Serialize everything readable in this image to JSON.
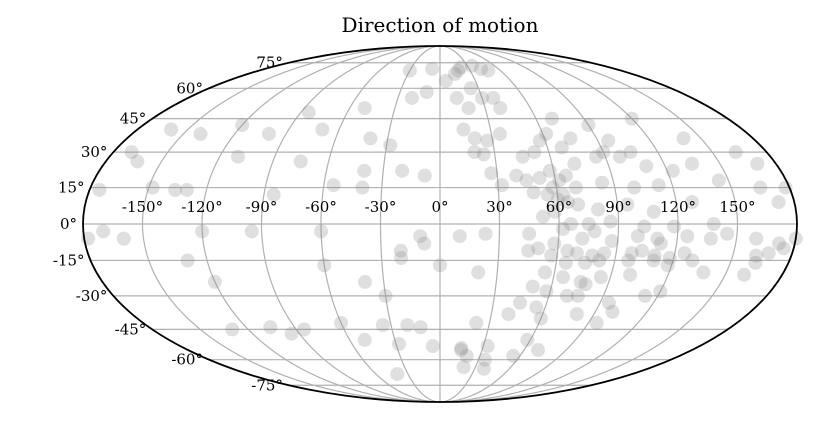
{
  "chart_data": {
    "type": "scatter",
    "projection": "mollweide",
    "title": "Direction of motion",
    "xlabel": "",
    "ylabel": "",
    "grid": true,
    "xlim": [
      -180,
      180
    ],
    "ylim": [
      -90,
      90
    ],
    "lon_ticks": [
      "-150°",
      "-120°",
      "-90°",
      "-60°",
      "-30°",
      "0°",
      "30°",
      "60°",
      "90°",
      "120°",
      "150°"
    ],
    "lon_tick_values": [
      -150,
      -120,
      -90,
      -60,
      -30,
      0,
      30,
      60,
      90,
      120,
      150
    ],
    "lat_ticks": [
      "-75°",
      "-60°",
      "-45°",
      "-30°",
      "-15°",
      "0°",
      "15°",
      "30°",
      "45°",
      "60°",
      "75°"
    ],
    "lat_tick_values": [
      -75,
      -60,
      -45,
      -30,
      -15,
      0,
      15,
      30,
      45,
      60,
      75
    ],
    "marker_color": "#808080",
    "marker_alpha": 0.25,
    "points": [
      {
        "lon": 14,
        "lat": 68
      },
      {
        "lon": 18,
        "lat": 70
      },
      {
        "lon": 22,
        "lat": 72
      },
      {
        "lon": 35,
        "lat": 73
      },
      {
        "lon": 42,
        "lat": 71
      },
      {
        "lon": 48,
        "lat": 70
      },
      {
        "lon": -30,
        "lat": 70
      },
      {
        "lon": -8,
        "lat": 71
      },
      {
        "lon": 5,
        "lat": 64
      },
      {
        "lon": -10,
        "lat": 58
      },
      {
        "lon": 24,
        "lat": 60
      },
      {
        "lon": 30,
        "lat": 55
      },
      {
        "lon": 38,
        "lat": 55
      },
      {
        "lon": 12,
        "lat": 55
      },
      {
        "lon": -50,
        "lat": 50
      },
      {
        "lon": -20,
        "lat": 55
      },
      {
        "lon": 19,
        "lat": 50
      },
      {
        "lon": 40,
        "lat": 50
      },
      {
        "lon": 70,
        "lat": 45
      },
      {
        "lon": 90,
        "lat": 42
      },
      {
        "lon": 120,
        "lat": 45
      },
      {
        "lon": -85,
        "lat": 48
      },
      {
        "lon": -120,
        "lat": 42
      },
      {
        "lon": -140,
        "lat": 38
      },
      {
        "lon": -160,
        "lat": 40
      },
      {
        "lon": -100,
        "lat": 38
      },
      {
        "lon": -70,
        "lat": 40
      },
      {
        "lon": -40,
        "lat": 36
      },
      {
        "lon": -28,
        "lat": 33
      },
      {
        "lon": 14,
        "lat": 40
      },
      {
        "lon": 20,
        "lat": 36
      },
      {
        "lon": 27,
        "lat": 35
      },
      {
        "lon": 35,
        "lat": 38
      },
      {
        "lon": 57,
        "lat": 35
      },
      {
        "lon": 62,
        "lat": 38
      },
      {
        "lon": 68,
        "lat": 32
      },
      {
        "lon": 75,
        "lat": 36
      },
      {
        "lon": 96,
        "lat": 35
      },
      {
        "lon": 105,
        "lat": 30
      },
      {
        "lon": 140,
        "lat": 36
      },
      {
        "lon": 19,
        "lat": 30
      },
      {
        "lon": 24,
        "lat": 29
      },
      {
        "lon": 45,
        "lat": 28
      },
      {
        "lon": 52,
        "lat": 30
      },
      {
        "lon": 58,
        "lat": 22
      },
      {
        "lon": 62,
        "lat": 18
      },
      {
        "lon": 66,
        "lat": 20
      },
      {
        "lon": 72,
        "lat": 25
      },
      {
        "lon": 85,
        "lat": 28
      },
      {
        "lon": 90,
        "lat": 30
      },
      {
        "lon": 98,
        "lat": 28
      },
      {
        "lon": 110,
        "lat": 24
      },
      {
        "lon": 123,
        "lat": 22
      },
      {
        "lon": 135,
        "lat": 25
      },
      {
        "lon": 163,
        "lat": 30
      },
      {
        "lon": 170,
        "lat": 25
      },
      {
        "lon": -170,
        "lat": 30
      },
      {
        "lon": -163,
        "lat": 26
      },
      {
        "lon": -110,
        "lat": 28
      },
      {
        "lon": -75,
        "lat": 26
      },
      {
        "lon": -40,
        "lat": 22
      },
      {
        "lon": -20,
        "lat": 22
      },
      {
        "lon": -8,
        "lat": 20
      },
      {
        "lon": 27,
        "lat": 21
      },
      {
        "lon": 40,
        "lat": 20
      },
      {
        "lon": 45,
        "lat": 18
      },
      {
        "lon": 52,
        "lat": 19
      },
      {
        "lon": 58,
        "lat": 15
      },
      {
        "lon": 70,
        "lat": 15
      },
      {
        "lon": 84,
        "lat": 17
      },
      {
        "lon": 100,
        "lat": 15
      },
      {
        "lon": 113,
        "lat": 16
      },
      {
        "lon": 145,
        "lat": 18
      },
      {
        "lon": 165,
        "lat": 15
      },
      {
        "lon": 178,
        "lat": 15
      },
      {
        "lon": -175,
        "lat": 14
      },
      {
        "lon": -148,
        "lat": 15
      },
      {
        "lon": -136,
        "lat": 14
      },
      {
        "lon": -130,
        "lat": 14
      },
      {
        "lon": -85,
        "lat": 12
      },
      {
        "lon": -55,
        "lat": 16
      },
      {
        "lon": -40,
        "lat": 15
      },
      {
        "lon": 32,
        "lat": 16
      },
      {
        "lon": 48,
        "lat": 13
      },
      {
        "lon": 55,
        "lat": 12
      },
      {
        "lon": 60,
        "lat": 10
      },
      {
        "lon": 63,
        "lat": 12
      },
      {
        "lon": 65,
        "lat": 9
      },
      {
        "lon": 70,
        "lat": 8
      },
      {
        "lon": 80,
        "lat": 6
      },
      {
        "lon": 95,
        "lat": 8
      },
      {
        "lon": 108,
        "lat": 5
      },
      {
        "lon": 128,
        "lat": 9
      },
      {
        "lon": 172,
        "lat": 9
      },
      {
        "lon": 52,
        "lat": 3
      },
      {
        "lon": 58,
        "lat": 5
      },
      {
        "lon": 62,
        "lat": -2
      },
      {
        "lon": 66,
        "lat": 0
      },
      {
        "lon": 75,
        "lat": 0
      },
      {
        "lon": 86,
        "lat": 1
      },
      {
        "lon": 103,
        "lat": -1
      },
      {
        "lon": 118,
        "lat": -1
      },
      {
        "lon": 138,
        "lat": 0
      },
      {
        "lon": -178,
        "lat": -6
      },
      {
        "lon": -170,
        "lat": -3
      },
      {
        "lon": -160,
        "lat": -6
      },
      {
        "lon": -120,
        "lat": -3
      },
      {
        "lon": -95,
        "lat": -3
      },
      {
        "lon": -60,
        "lat": -3
      },
      {
        "lon": -10,
        "lat": -5
      },
      {
        "lon": -8,
        "lat": -8
      },
      {
        "lon": 10,
        "lat": -5
      },
      {
        "lon": 23,
        "lat": -4
      },
      {
        "lon": 45,
        "lat": -4
      },
      {
        "lon": 58,
        "lat": -8
      },
      {
        "lon": 72,
        "lat": -6
      },
      {
        "lon": 78,
        "lat": -3
      },
      {
        "lon": 87,
        "lat": -7
      },
      {
        "lon": 100,
        "lat": -5
      },
      {
        "lon": 110,
        "lat": -6
      },
      {
        "lon": 112,
        "lat": -8
      },
      {
        "lon": 125,
        "lat": -5
      },
      {
        "lon": 137,
        "lat": -6
      },
      {
        "lon": 145,
        "lat": -4
      },
      {
        "lon": 160,
        "lat": -6
      },
      {
        "lon": 172,
        "lat": -8
      },
      {
        "lon": 180,
        "lat": -6
      },
      {
        "lon": 175,
        "lat": -10
      },
      {
        "lon": 168,
        "lat": -12
      },
      {
        "lon": 162,
        "lat": -13
      },
      {
        "lon": 45,
        "lat": -11
      },
      {
        "lon": 50,
        "lat": -10
      },
      {
        "lon": 57,
        "lat": -13
      },
      {
        "lon": 65,
        "lat": -11
      },
      {
        "lon": 70,
        "lat": -12
      },
      {
        "lon": 78,
        "lat": -13
      },
      {
        "lon": 84,
        "lat": -12
      },
      {
        "lon": 98,
        "lat": -12
      },
      {
        "lon": 103,
        "lat": -11
      },
      {
        "lon": 110,
        "lat": -13
      },
      {
        "lon": 118,
        "lat": -14
      },
      {
        "lon": 125,
        "lat": -12
      },
      {
        "lon": -20,
        "lat": -11
      },
      {
        "lon": -20,
        "lat": -14
      },
      {
        "lon": 65,
        "lat": -16
      },
      {
        "lon": 75,
        "lat": -16
      },
      {
        "lon": 82,
        "lat": -15
      },
      {
        "lon": 97,
        "lat": -15
      },
      {
        "lon": 110,
        "lat": -15
      },
      {
        "lon": 118,
        "lat": -17
      },
      {
        "lon": 163,
        "lat": -16
      },
      {
        "lon": 130,
        "lat": -15
      },
      {
        "lon": -130,
        "lat": -15
      },
      {
        "lon": -60,
        "lat": -17
      },
      {
        "lon": 0,
        "lat": -17
      },
      {
        "lon": 20,
        "lat": -20
      },
      {
        "lon": 55,
        "lat": -20
      },
      {
        "lon": 65,
        "lat": -22
      },
      {
        "lon": 75,
        "lat": -24
      },
      {
        "lon": 78,
        "lat": -25
      },
      {
        "lon": 85,
        "lat": -22
      },
      {
        "lon": 100,
        "lat": -21
      },
      {
        "lon": 138,
        "lat": -20
      },
      {
        "lon": 160,
        "lat": -21
      },
      {
        "lon": -120,
        "lat": -24
      },
      {
        "lon": -40,
        "lat": -24
      },
      {
        "lon": 50,
        "lat": -26
      },
      {
        "lon": 58,
        "lat": -28
      },
      {
        "lon": 70,
        "lat": -30
      },
      {
        "lon": 76,
        "lat": -30
      },
      {
        "lon": 113,
        "lat": -30
      },
      {
        "lon": 120,
        "lat": -28
      },
      {
        "lon": -30,
        "lat": -30
      },
      {
        "lon": 45,
        "lat": -33
      },
      {
        "lon": 55,
        "lat": -35
      },
      {
        "lon": 95,
        "lat": -33
      },
      {
        "lon": 100,
        "lat": -37
      },
      {
        "lon": 40,
        "lat": -38
      },
      {
        "lon": 60,
        "lat": -40
      },
      {
        "lon": 80,
        "lat": -38
      },
      {
        "lon": 95,
        "lat": -42
      },
      {
        "lon": -105,
        "lat": -44
      },
      {
        "lon": -85,
        "lat": -45
      },
      {
        "lon": -60,
        "lat": -42
      },
      {
        "lon": -35,
        "lat": -43
      },
      {
        "lon": -20,
        "lat": -43
      },
      {
        "lon": -12,
        "lat": -44
      },
      {
        "lon": 22,
        "lat": -42
      },
      {
        "lon": -95,
        "lat": -47
      },
      {
        "lon": -130,
        "lat": -45
      },
      {
        "lon": -50,
        "lat": -50
      },
      {
        "lon": -28,
        "lat": -52
      },
      {
        "lon": -5,
        "lat": -53
      },
      {
        "lon": 15,
        "lat": -54
      },
      {
        "lon": 33,
        "lat": -53
      },
      {
        "lon": 58,
        "lat": -50
      },
      {
        "lon": 70,
        "lat": -55
      },
      {
        "lon": 15,
        "lat": -55
      },
      {
        "lon": 20,
        "lat": -58
      },
      {
        "lon": 35,
        "lat": -60
      },
      {
        "lon": 55,
        "lat": -58
      },
      {
        "lon": -40,
        "lat": -68
      },
      {
        "lon": 20,
        "lat": -64
      },
      {
        "lon": 38,
        "lat": -65
      }
    ]
  }
}
